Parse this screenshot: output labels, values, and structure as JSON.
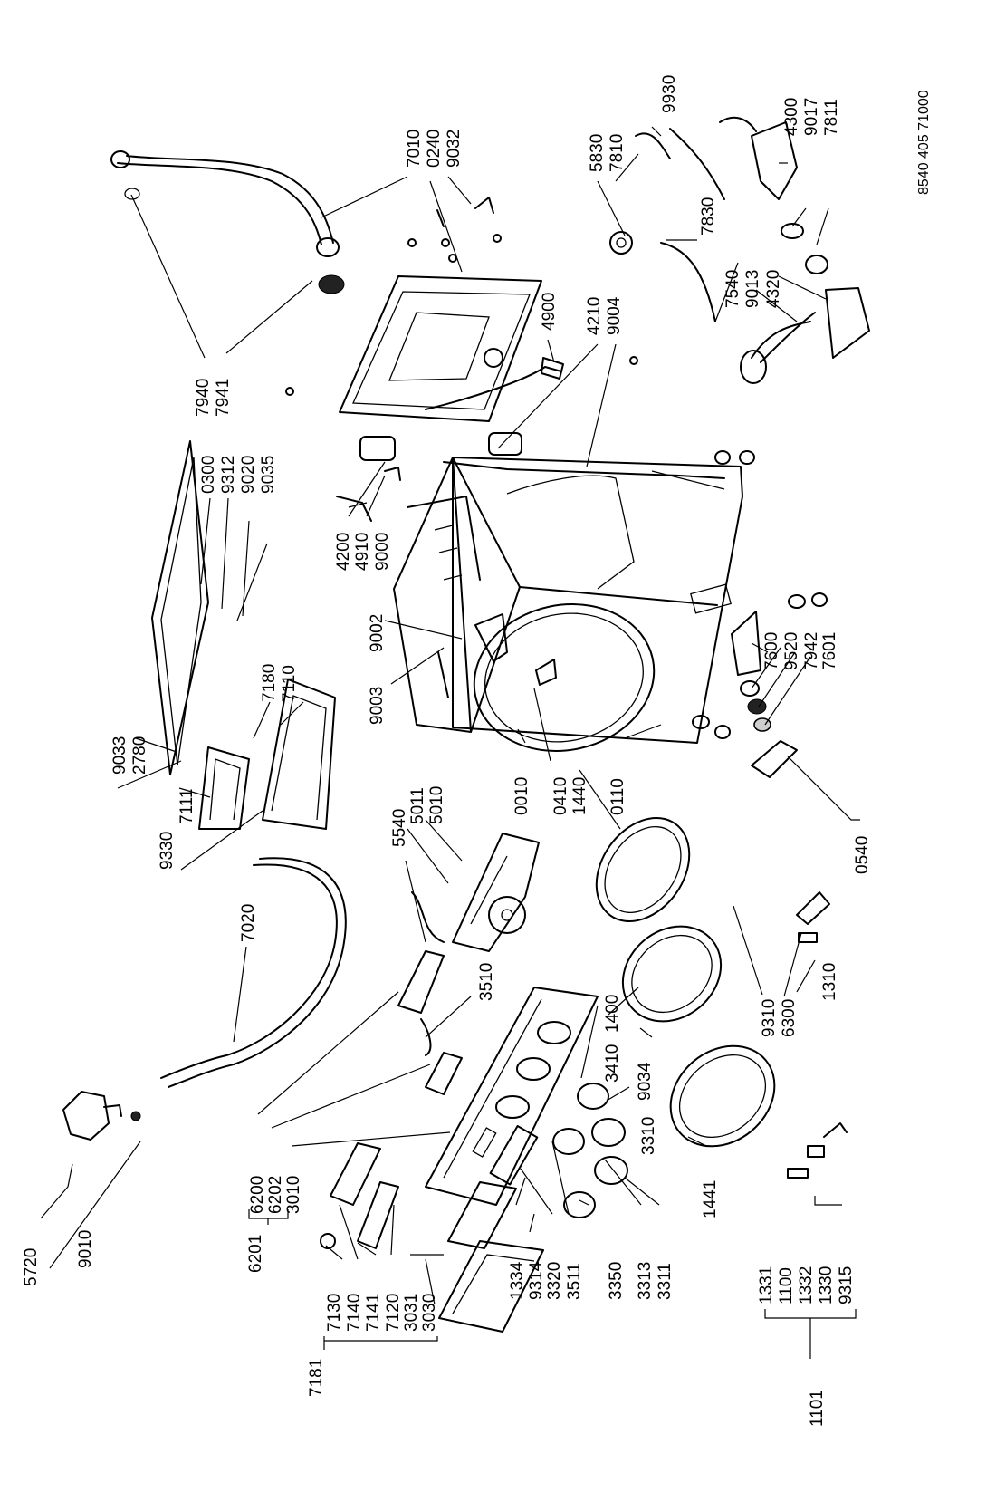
{
  "document_number": "8540 405 71000",
  "labels": {
    "l5720": "5720",
    "l9010": "9010",
    "l7020": "7020",
    "l6200": "6200",
    "l6202": "6202",
    "l6201": "6201",
    "l3010": "3010",
    "l7181": "7181",
    "l7130": "7130",
    "l7140": "7140",
    "l7141": "7141",
    "l7120": "7120",
    "l3031": "3031",
    "l3030": "3030",
    "l1334": "1334",
    "l9314": "9314",
    "l3320": "3320",
    "l3511": "3511",
    "l3350": "3350",
    "l3313": "3313",
    "l3311": "3311",
    "l3310": "3310",
    "l3510": "3510",
    "l3410": "3410",
    "l1400": "1400",
    "l9034": "9034",
    "l1441": "1441",
    "l1101": "1101",
    "l1331": "1331",
    "l1100": "1100",
    "l1332": "1332",
    "l1330": "1330",
    "l9315": "9315",
    "l9310": "9310",
    "l6300": "6300",
    "l1310": "1310",
    "l5540": "5540",
    "l5011": "5011",
    "l5010": "5010",
    "l9330": "9330",
    "l7111": "7111",
    "l9033": "9033",
    "l2780": "2780",
    "l7180": "7180",
    "l7110": "7110",
    "l0010": "0010",
    "l0410": "0410",
    "l1440": "1440",
    "l0110": "0110",
    "l0540": "0540",
    "l9003": "9003",
    "l9002": "9002",
    "l7600": "7600",
    "l9520": "9520",
    "l7942": "7942",
    "l7601": "7601",
    "l4200": "4200",
    "l4910": "4910",
    "l9000": "9000",
    "l0300": "0300",
    "l9312": "9312",
    "l9020": "9020",
    "l9035": "9035",
    "l7940": "7940",
    "l7941": "7941",
    "l4900": "4900",
    "l4210": "4210",
    "l9004": "9004",
    "l7010": "7010",
    "l0240": "0240",
    "l9032": "9032",
    "l5830": "5830",
    "l7810": "7810",
    "l9930": "9930",
    "l7830": "7830",
    "l7540": "7540",
    "l9013": "9013",
    "l4320": "4320",
    "l4300": "4300",
    "l9017": "9017",
    "l7811": "7811"
  }
}
